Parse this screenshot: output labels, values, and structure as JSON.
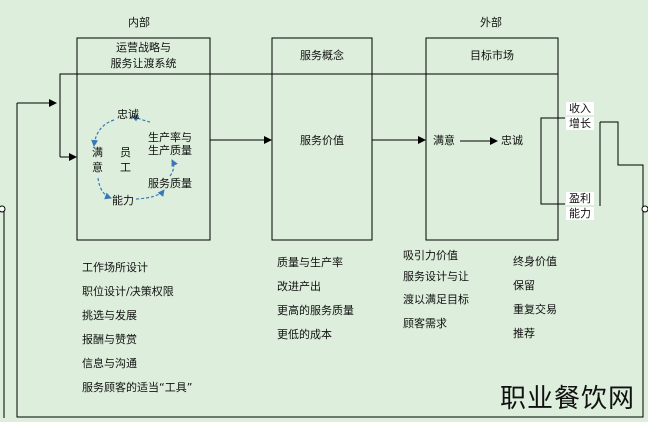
{
  "sections": {
    "internal": "内部",
    "external": "外部"
  },
  "boxes": {
    "strategy": {
      "line1": "运营战略与",
      "line2": "服务让渡系统"
    },
    "concept": {
      "title": "服务概念",
      "value": "服务价值"
    },
    "market": {
      "title": "目标市场",
      "satisfied": "满意",
      "loyal": "忠诚"
    }
  },
  "cycle": {
    "loyal": "忠诚",
    "satisfied_employees": [
      "满",
      "意",
      "员",
      "工"
    ],
    "productivity": [
      "生产率与",
      "生产质量"
    ],
    "service_quality": "服务质量",
    "capability": "能力"
  },
  "outcomes": {
    "revenue": [
      "收入",
      "增长"
    ],
    "profit": [
      "盈利",
      "能力"
    ]
  },
  "lists": {
    "internal": [
      "工作场所设计",
      "职位设计/决策权限",
      "挑选与发展",
      "报酬与赞赏",
      "信息与沟通",
      "服务顾客的适当“工具”"
    ],
    "concept": [
      "质量与生产率",
      "改进产出",
      "更高的服务质量",
      "更低的成本"
    ],
    "market_left": [
      "吸引力价值",
      "服务设计与让",
      "渡以满足目标",
      "顾客需求"
    ],
    "market_right": [
      "终身价值",
      "保留",
      "重复交易",
      "推荐"
    ]
  },
  "watermark": "职业餐饮网"
}
